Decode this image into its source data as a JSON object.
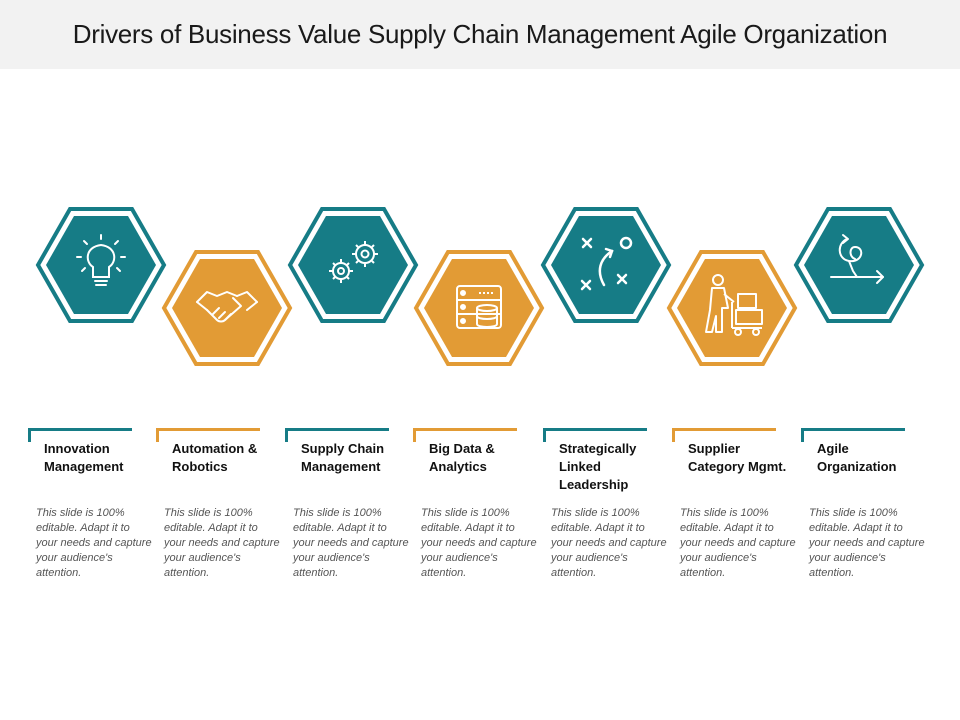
{
  "title": "Drivers of Business Value Supply Chain Management Agile Organization",
  "colors": {
    "teal": "#167c86",
    "orange": "#e29b35",
    "title_bar": "#f2f2f2"
  },
  "items": [
    {
      "title": "Innovation Management",
      "desc": "This slide is 100% editable. Adapt it to your needs and capture your audience's attention.",
      "icon": "lightbulb-icon",
      "color": "teal"
    },
    {
      "title": "Automation & Robotics",
      "desc": "This slide is 100% editable. Adapt it to your needs and capture your audience's attention.",
      "icon": "handshake-icon",
      "color": "orange"
    },
    {
      "title": "Supply Chain Management",
      "desc": "This slide is 100% editable. Adapt it to your needs and capture your audience's attention.",
      "icon": "gears-icon",
      "color": "teal"
    },
    {
      "title": "Big Data & Analytics",
      "desc": "This slide is 100% editable. Adapt it to your needs and capture your audience's attention.",
      "icon": "database-server-icon",
      "color": "orange"
    },
    {
      "title": "Strategically Linked Leadership",
      "desc": "This slide is 100% editable. Adapt it to your needs and capture your audience's attention.",
      "icon": "strategy-play-icon",
      "color": "teal"
    },
    {
      "title": "Supplier Category Mgmt.",
      "desc": "This slide is 100% editable. Adapt it to your needs and capture your audience's attention.",
      "icon": "worker-cart-icon",
      "color": "orange"
    },
    {
      "title": "Agile Organization",
      "desc": "This slide is 100% editable. Adapt it to your needs and capture your audience's attention.",
      "icon": "agile-loop-icon",
      "color": "teal"
    }
  ]
}
